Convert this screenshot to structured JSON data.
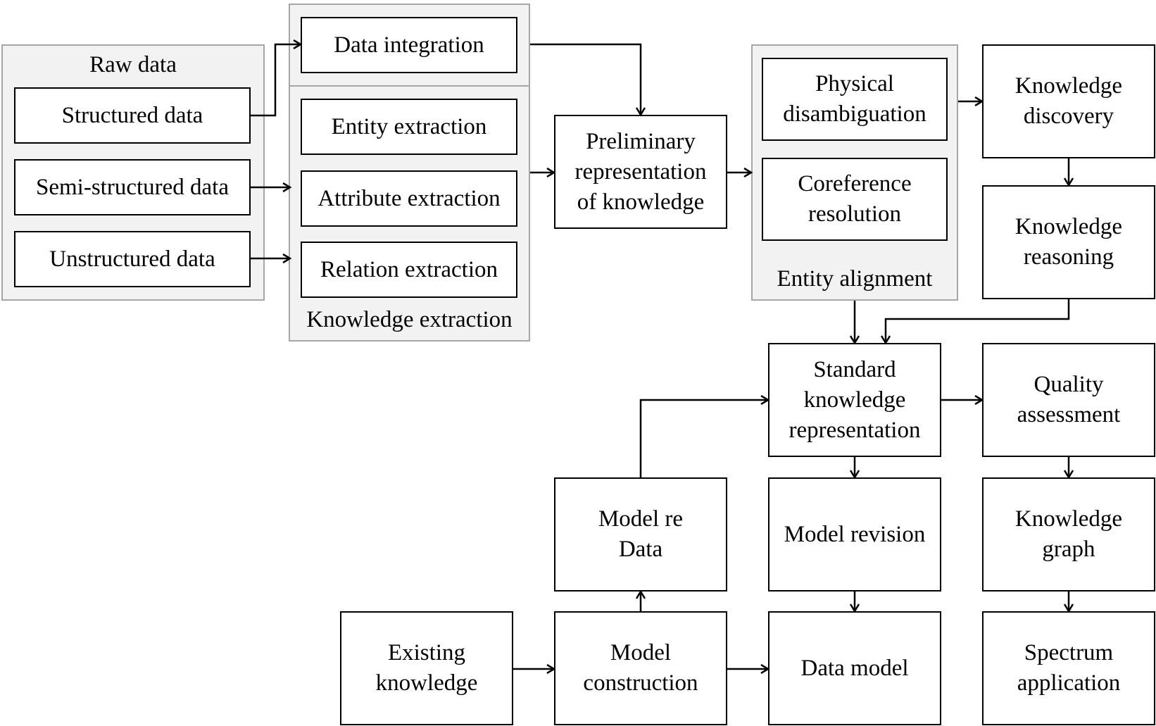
{
  "groups": {
    "raw_data": "Raw data",
    "knowledge_extraction": "Knowledge extraction",
    "entity_alignment": "Entity alignment"
  },
  "nodes": {
    "structured_data": "Structured data",
    "semi_structured_data": "Semi-structured data",
    "unstructured_data": "Unstructured data",
    "data_integration": "Data integration",
    "entity_extraction": "Entity extraction",
    "attribute_extraction": "Attribute extraction",
    "relation_extraction": "Relation extraction",
    "preliminary_representation": "Preliminary\nrepresentation\nof knowledge",
    "physical_disambiguation": "Physical\ndisambiguation",
    "coreference_resolution": "Coreference\nresolution",
    "knowledge_discovery": "Knowledge\ndiscovery",
    "knowledge_reasoning": "Knowledge\nreasoning",
    "standard_knowledge_representation": "Standard\nknowledge\nrepresentation",
    "quality_assessment": "Quality\nassessment",
    "model_re_data": "Model re\nData",
    "model_revision": "Model revision",
    "knowledge_graph": "Knowledge\ngraph",
    "existing_knowledge": "Existing\nknowledge",
    "model_construction": "Model\nconstruction",
    "data_model": "Data model",
    "spectrum_application": "Spectrum\napplication"
  }
}
